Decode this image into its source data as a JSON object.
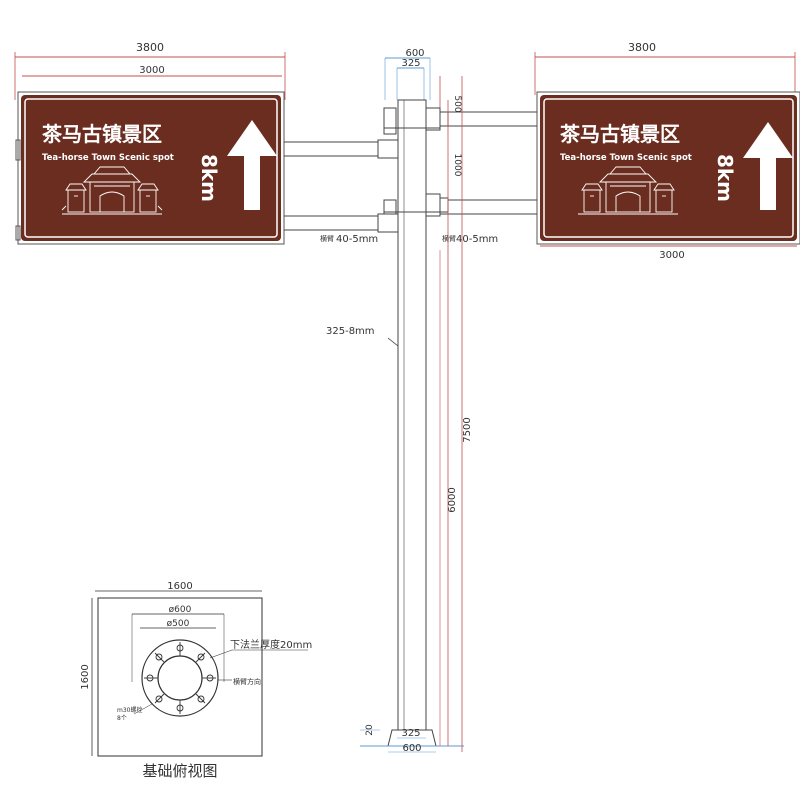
{
  "colors": {
    "sign_brown": "#6b2d1f",
    "sign_border": "#ffffff",
    "dim_red": "#c0504d",
    "line": "#333333"
  },
  "sign": {
    "title_cn": "茶马古镇景区",
    "title_en": "Tea-horse Town Scenic spot",
    "distance": "8km",
    "arrow_icon": "up-arrow-icon",
    "building_icon": "pagoda-gate-icon"
  },
  "dimensions": {
    "left_total": "3800",
    "left_panel": "3000",
    "right_total": "3800",
    "right_panel_bottom": "3000",
    "pole_cap_outer": "600",
    "pole_cap_inner": "325",
    "bracket_spacing_top": "500",
    "bracket_spacing": "1000",
    "arm_spec_left": "40-5mm",
    "arm_spec_right": "40-5mm",
    "arm_note_left": "横臂",
    "arm_note_right": "横臂",
    "pole_spec": "325-8mm",
    "pole_height_total": "7500",
    "pole_height_lower": "6000",
    "base_inner": "325",
    "base_outer": "600",
    "base_plate_small": "20"
  },
  "foundation": {
    "width": "1600",
    "height": "1600",
    "dia_outer": "ø600",
    "dia_inner": "ø500",
    "flange_note": "下法兰厚度20mm",
    "arm_direction": "横臂方向",
    "bolt_note_1": "m30螺栓",
    "bolt_note_2": "8个",
    "caption": "基础俯视图"
  }
}
